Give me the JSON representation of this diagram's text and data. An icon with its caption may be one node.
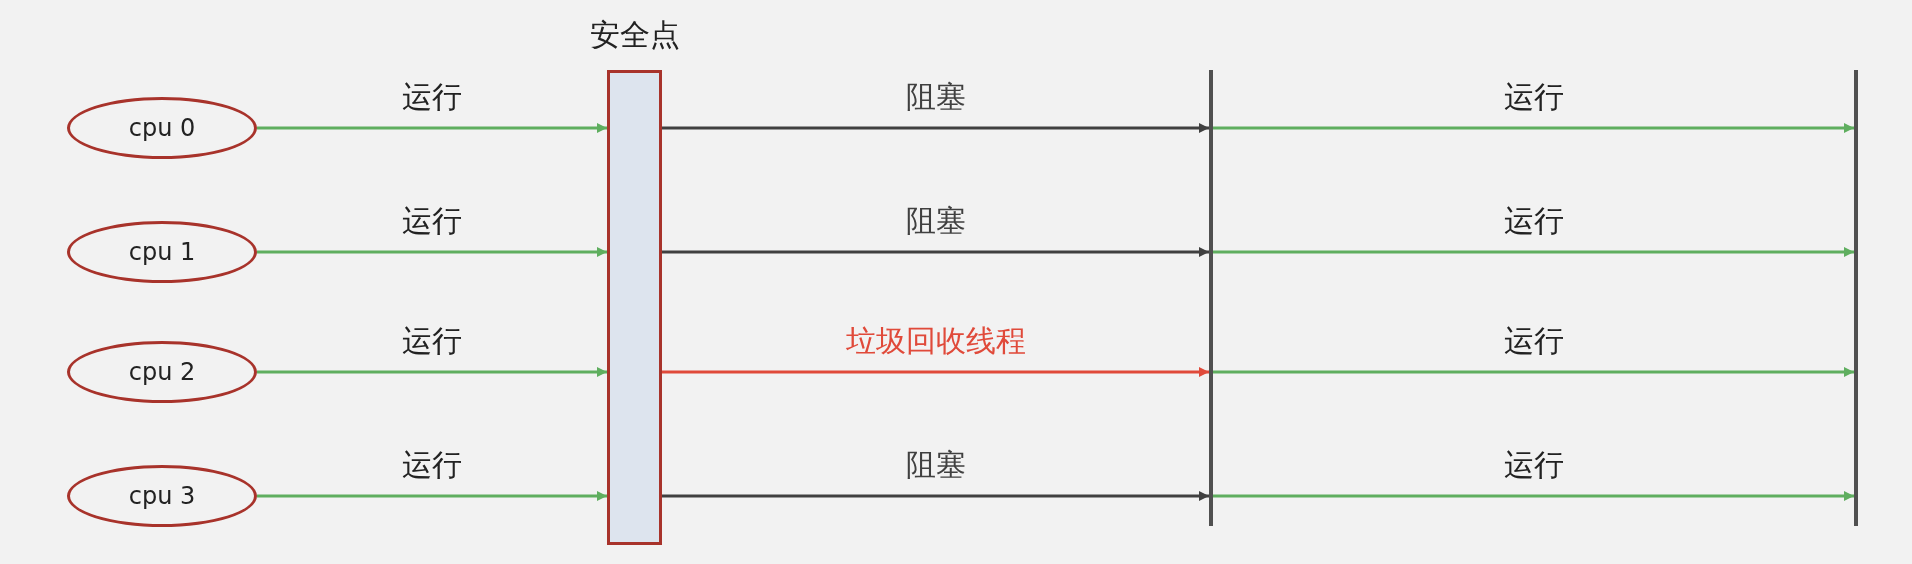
{
  "diagram": {
    "nodes": [
      {
        "text": [
          "cpu 0"
        ]
      },
      {
        "text": [
          "cpu 1"
        ]
      },
      {
        "text": [
          "cpu 2"
        ]
      },
      {
        "text": [
          "cpu 3"
        ]
      },
      {
        "text": [
          "安全点"
        ]
      },
      {
        "text": [],
        "shape": "line"
      },
      {
        "text": [],
        "shape": "line"
      }
    ],
    "edges": [
      {
        "from": 0,
        "to": 4,
        "arrow": "to",
        "label": "运行"
      },
      {
        "from": 4,
        "to": 5,
        "arrow": "to",
        "label": "阻塞",
        "color": "#404040"
      },
      {
        "from": 5,
        "to": 6,
        "arrow": "to",
        "label": "运行"
      },
      {
        "from": 1,
        "to": 4,
        "arrow": "to",
        "label": "运行"
      },
      {
        "from": 4,
        "to": 5,
        "arrow": "to",
        "label": "阻塞",
        "color": "#404040"
      },
      {
        "from": 5,
        "to": 6,
        "arrow": "to",
        "label": "运行"
      },
      {
        "from": 2,
        "to": 4,
        "arrow": "to",
        "label": "运行"
      },
      {
        "from": 4,
        "to": 5,
        "arrow": "to",
        "label": "垃圾回收线程",
        "color": "#e04a3a"
      },
      {
        "from": 5,
        "to": 6,
        "arrow": "to",
        "label": "运行"
      },
      {
        "from": 3,
        "to": 4,
        "arrow": "to",
        "label": "运行"
      },
      {
        "from": 4,
        "to": 5,
        "arrow": "to",
        "label": "阻塞",
        "color": "#404040"
      },
      {
        "from": 5,
        "to": 6,
        "arrow": "to",
        "label": "运行"
      }
    ]
  }
}
